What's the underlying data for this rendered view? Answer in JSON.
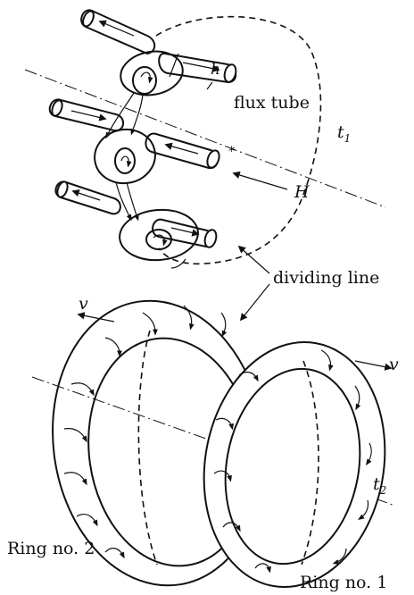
{
  "labels": {
    "flux_tube": "flux tube",
    "h": "h",
    "t1": "t",
    "t1_sub": "1",
    "t2": "t",
    "t2_sub": "2",
    "H": "H",
    "dividing_line": "dividing line",
    "v_left": "v",
    "v_right": "v",
    "ring2": "Ring no. 2",
    "ring1": "Ring no. 1"
  },
  "colors": {
    "ink": "#111111",
    "paper": "#ffffff"
  }
}
